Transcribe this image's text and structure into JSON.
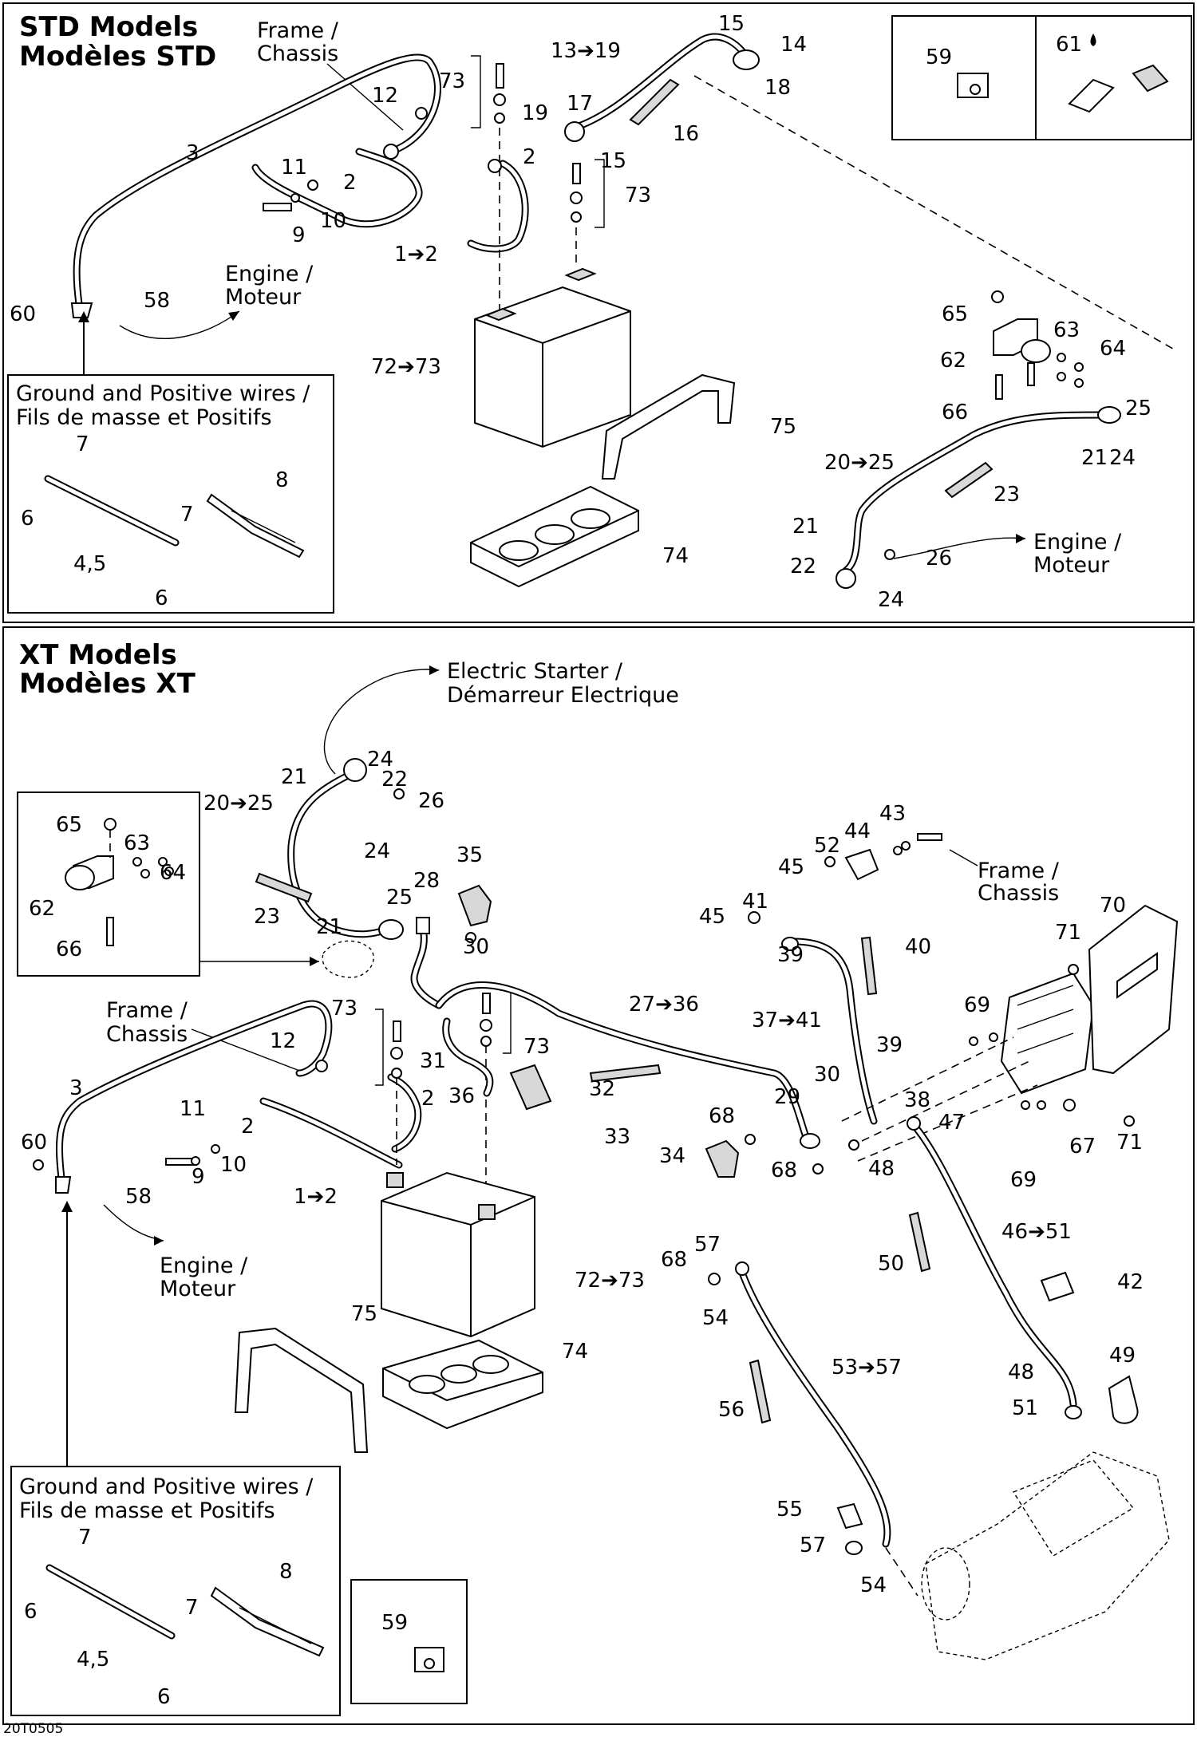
{
  "std": {
    "title_en": "STD Models",
    "title_fr": "Modèles STD",
    "frame_en": "Frame /",
    "frame_fr": "Chassis",
    "engine_en": "Engine /",
    "engine_fr": "Moteur",
    "engine2_en": "Engine /",
    "engine2_fr": "Moteur",
    "wires_en": "Ground and Positive wires /",
    "wires_fr": "Fils de masse et Positifs",
    "callouts": [
      "3",
      "11",
      "2",
      "12",
      "73",
      "1➔2",
      "9",
      "10",
      "60",
      "58",
      "13➔19",
      "15",
      "14",
      "18",
      "17",
      "19",
      "16",
      "15",
      "2",
      "73",
      "72➔73",
      "75",
      "74",
      "59",
      "61",
      "65",
      "63",
      "64",
      "62",
      "66",
      "25",
      "20➔25",
      "21",
      "24",
      "23",
      "21",
      "22",
      "24",
      "26",
      "7",
      "8",
      "6",
      "7",
      "4,5",
      "6"
    ]
  },
  "xt": {
    "title_en": "XT Models",
    "title_fr": "Modèles XT",
    "starter_en": "Electric Starter /",
    "starter_fr": "Démarreur Electrique",
    "frame_en": "Frame /",
    "frame_fr": "Chassis",
    "frame2_en": "Frame /",
    "frame2_fr": "Chassis",
    "engine_en": "Engine /",
    "engine_fr": "Moteur",
    "wires_en": "Ground and Positive wires /",
    "wires_fr": "Fils de masse et Positifs",
    "callouts": [
      "24",
      "21",
      "22",
      "26",
      "20➔25",
      "65",
      "63",
      "64",
      "62",
      "66",
      "35",
      "24",
      "28",
      "25",
      "23",
      "21",
      "30",
      "43",
      "44",
      "52",
      "45",
      "41",
      "45",
      "39",
      "40",
      "37➔41",
      "70",
      "71",
      "73",
      "12",
      "3",
      "11",
      "2",
      "60",
      "58",
      "9",
      "10",
      "1➔2",
      "2",
      "73",
      "31",
      "36",
      "27➔36",
      "32",
      "33",
      "39",
      "30",
      "29",
      "38",
      "68",
      "34",
      "68",
      "47",
      "48",
      "69",
      "67",
      "71",
      "69",
      "46➔51",
      "50",
      "42",
      "68",
      "57",
      "54",
      "72➔73",
      "75",
      "74",
      "53➔57",
      "56",
      "49",
      "48",
      "51",
      "55",
      "57",
      "54",
      "7",
      "8",
      "6",
      "7",
      "4,5",
      "6",
      "59"
    ]
  },
  "footer": {
    "code": "20T0505"
  }
}
